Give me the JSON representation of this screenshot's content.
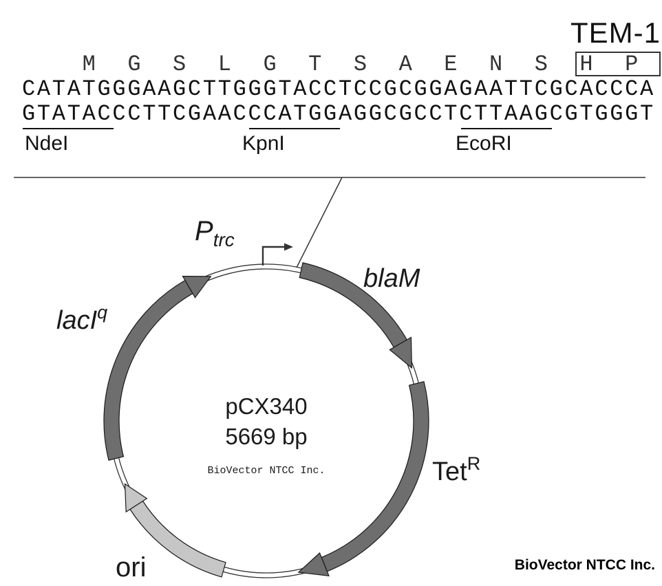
{
  "header": {
    "gene_label": "TEM-1"
  },
  "sequence": {
    "amino_acid_line": "    M  G  S  L  G  T  S  A  E  N  S  H  P",
    "top_strand": "CATATGGGAAGCTTGGGTACCTCCGCGGAGAATTCGCACCCA",
    "bottom_strand": "GTATACCCTTCGAACCCATGGAGGCGCCTCTTAAGCGTGGGT",
    "sites": [
      {
        "name": "NdeI"
      },
      {
        "name": "KpnI"
      },
      {
        "name": "EcoRI"
      }
    ]
  },
  "plasmid": {
    "name": "pCX340",
    "size": "5669 bp",
    "watermark": "BioVector NTCC Inc.",
    "colors": {
      "feature_dark": "#6e6e6e",
      "feature_light": "#c6c6c6",
      "outline": "#1a1a1a"
    },
    "features": {
      "ptrc": {
        "main": "P",
        "sub": "trc"
      },
      "blam": {
        "label": "blaM"
      },
      "tet": {
        "main": "Tet",
        "sup": "R"
      },
      "ori": {
        "label": "ori"
      },
      "laci": {
        "main": "lacI",
        "sup": "q"
      }
    }
  },
  "footer": {
    "brand": "BioVector NTCC Inc."
  }
}
